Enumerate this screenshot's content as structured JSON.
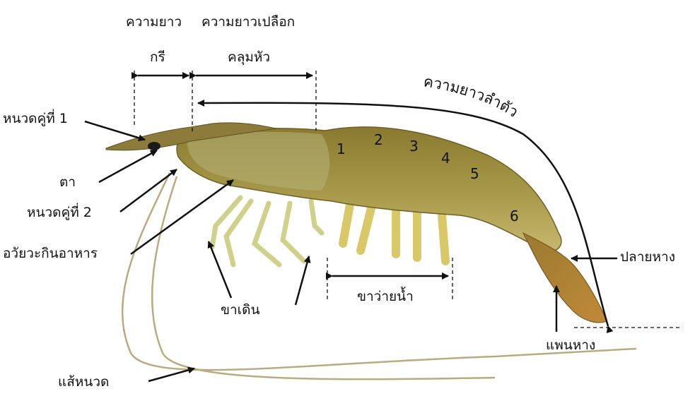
{
  "labels": {
    "rostrum_length": "ความยาว",
    "carapace_length": "ความยาวเปลือก",
    "rostrum": "กรี",
    "carapace": "คลุมหัว",
    "body_length": "ความยาวลำตัว",
    "antennule": "หนวดคู่ที่ 1",
    "eye": "ตา",
    "antenna": "หนวดคู่ที่ 2",
    "mouthparts": "อวัยวะกินอาหาร",
    "walking_legs": "ขาเดิน",
    "swimming_legs": "ขาว่ายน้ำ",
    "telson": "ปลายหาง",
    "uropod": "แพนหาง",
    "antennal_scale": "แส้หนวด"
  },
  "segments": [
    "1",
    "2",
    "3",
    "4",
    "5",
    "6"
  ],
  "colors": {
    "body": "#9c8a3e",
    "body_dark": "#7a6a2a",
    "legs": "#d6d48a",
    "tail": "#a8782a",
    "line": "#111111"
  }
}
